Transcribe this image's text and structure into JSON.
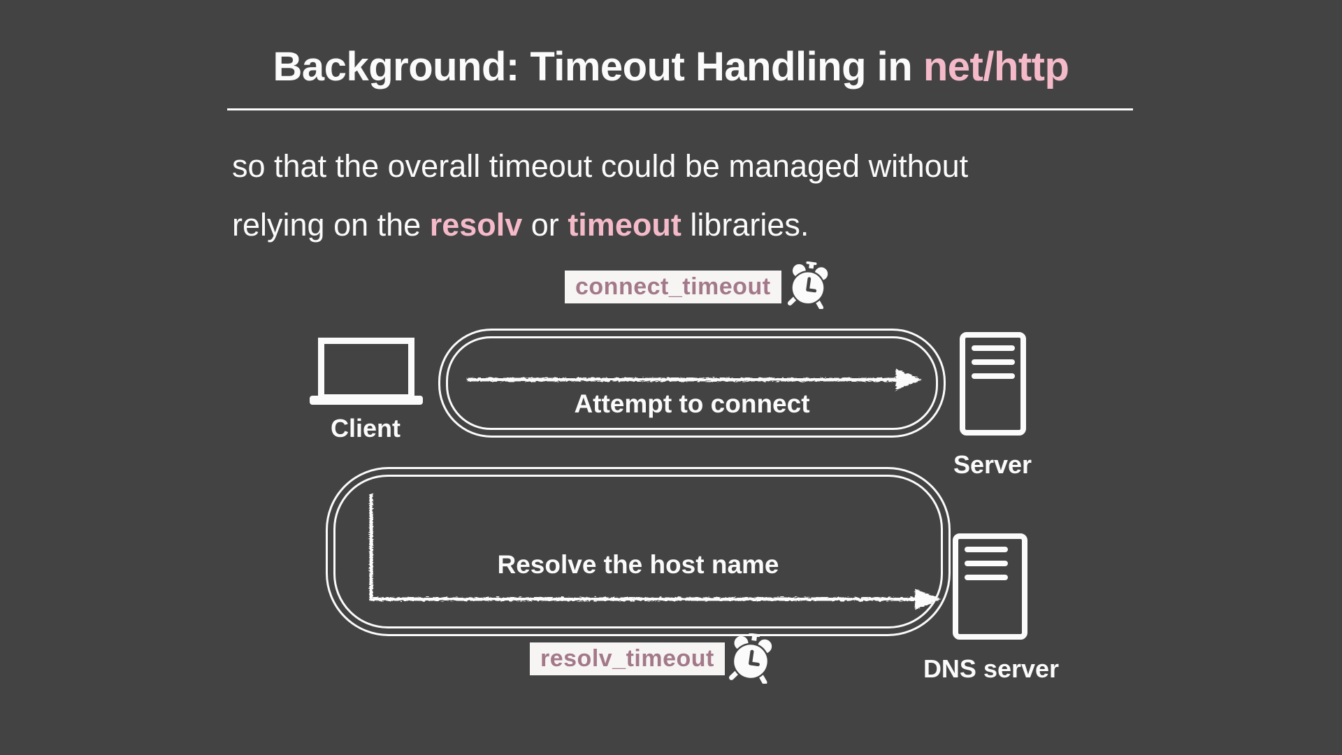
{
  "colors": {
    "background": "#434343",
    "text": "#fbfbfb",
    "accent_pink": "#f5bac9",
    "chip_text": "#a3798a",
    "chip_background": "#f7f5f4"
  },
  "title": {
    "prefix": "Background: Timeout Handling in ",
    "highlight": "net/http"
  },
  "body": {
    "line1": "so that the overall timeout could be managed without",
    "line2_pre": "relying on the ",
    "line2_code1": "resolv",
    "line2_mid": " or ",
    "line2_code2": "timeout",
    "line2_post": " libraries."
  },
  "diagram": {
    "connect_timeout_label": "connect_timeout",
    "resolv_timeout_label": "resolv_timeout",
    "attempt_caption": "Attempt to connect",
    "resolve_caption": "Resolve the host name",
    "client_label": "Client",
    "server_label": "Server",
    "dns_server_label": "DNS server",
    "icons": {
      "connect_clock": "alarm-clock",
      "resolv_clock": "alarm-clock",
      "client_device": "laptop",
      "server_device": "server-tower",
      "dns_device": "server-tower"
    }
  }
}
